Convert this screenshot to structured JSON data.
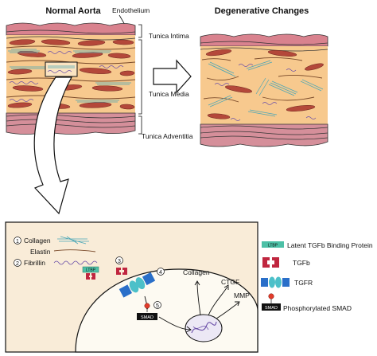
{
  "titles": {
    "left": "Normal Aorta",
    "right": "Degenerative Changes"
  },
  "layers": {
    "endothelium": "Endothelium",
    "intima": "Tunica Intima",
    "media": "Tunica Media",
    "adventitia": "Tunica Adventitia"
  },
  "inset": {
    "items": [
      {
        "num": "1",
        "label": "Collagen"
      },
      {
        "num": "",
        "label": "Elastin"
      },
      {
        "num": "2",
        "label": "Fibrillin"
      }
    ],
    "steps": [
      "3",
      "4",
      "5"
    ],
    "ltbp_tag": "LTBP",
    "smad_tag": "SMAD",
    "collagen": "Collagen",
    "ctgf": "CTGF",
    "mmp": "MMP"
  },
  "legend": [
    {
      "icon": "ltbp-icon",
      "tag": "LTBP",
      "label": "Latent TGFb Binding Protein"
    },
    {
      "icon": "tgfb-icon",
      "tag": "",
      "label": "TGFb"
    },
    {
      "icon": "tgfr-icon",
      "tag": "",
      "label": "TGFR"
    },
    {
      "icon": "phosphorylated-smad-icon",
      "tag": "SMAD",
      "label": "Phosphorylated SMAD"
    }
  ],
  "colors": {
    "media": "#f7c98e",
    "muscle": "#b4483a",
    "adventitia": "#d58f9a",
    "intima": "#d9828e",
    "inset_bg": "#f9ecd8",
    "collagen": "#4aa6b6",
    "elastin": "#6b4fa8",
    "tgfr": "#2a6fc9",
    "tgfb": "#c0263f",
    "ltbp": "#4cc0a6"
  }
}
